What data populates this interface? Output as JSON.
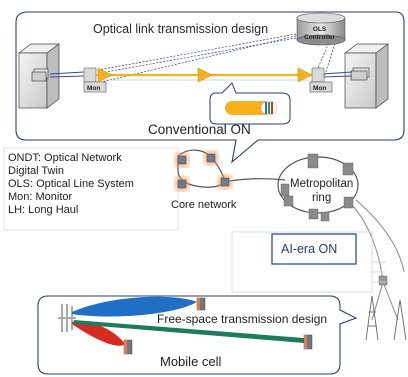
{
  "conventional": {
    "title": "Optical link transmission design",
    "label": "Conventional ON",
    "ols_controller": "OLS\nController",
    "monitor_left": "Mon",
    "monitor_right": "Mon"
  },
  "legend": [
    "ONDT: Optical Network",
    "Digital Twin",
    "OLS: Optical Line System",
    "Mon: Monitor",
    "LH: Long Haul"
  ],
  "network": {
    "core_label": "Core network",
    "metro_label": "Metropolitan\nring",
    "ai_label": "AI-era ON"
  },
  "mobile": {
    "fs_title": "Free-space transmission design",
    "label": "Mobile cell"
  },
  "colors": {
    "amplifier": "#f5b21c",
    "link": "#f5b21c",
    "beam_blue": "#1f6fc4",
    "beam_red": "#d92a1f",
    "beam_green": "#1e7c5e",
    "callout_border": "#2a3f6b",
    "ai_border": "#2b4f9a",
    "core_node_glow": "#f08a3c"
  }
}
